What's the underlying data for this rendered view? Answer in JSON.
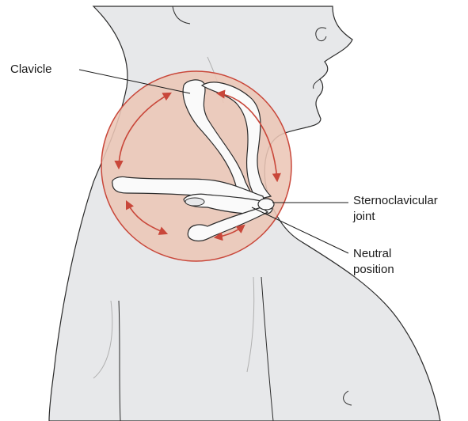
{
  "labels": {
    "clavicle": "Clavicle",
    "sternoclavicular_line1": "Sternoclavicular",
    "sternoclavicular_line2": "joint",
    "neutral_line1": "Neutral",
    "neutral_line2": "position"
  },
  "colors": {
    "body_fill": "#e7e8ea",
    "outline": "#2b2b2b",
    "circle_fill": "#ecc6b6",
    "circle_stroke": "#c9473a",
    "arrow": "#c9473a",
    "bone_fill": "#fafafa"
  }
}
